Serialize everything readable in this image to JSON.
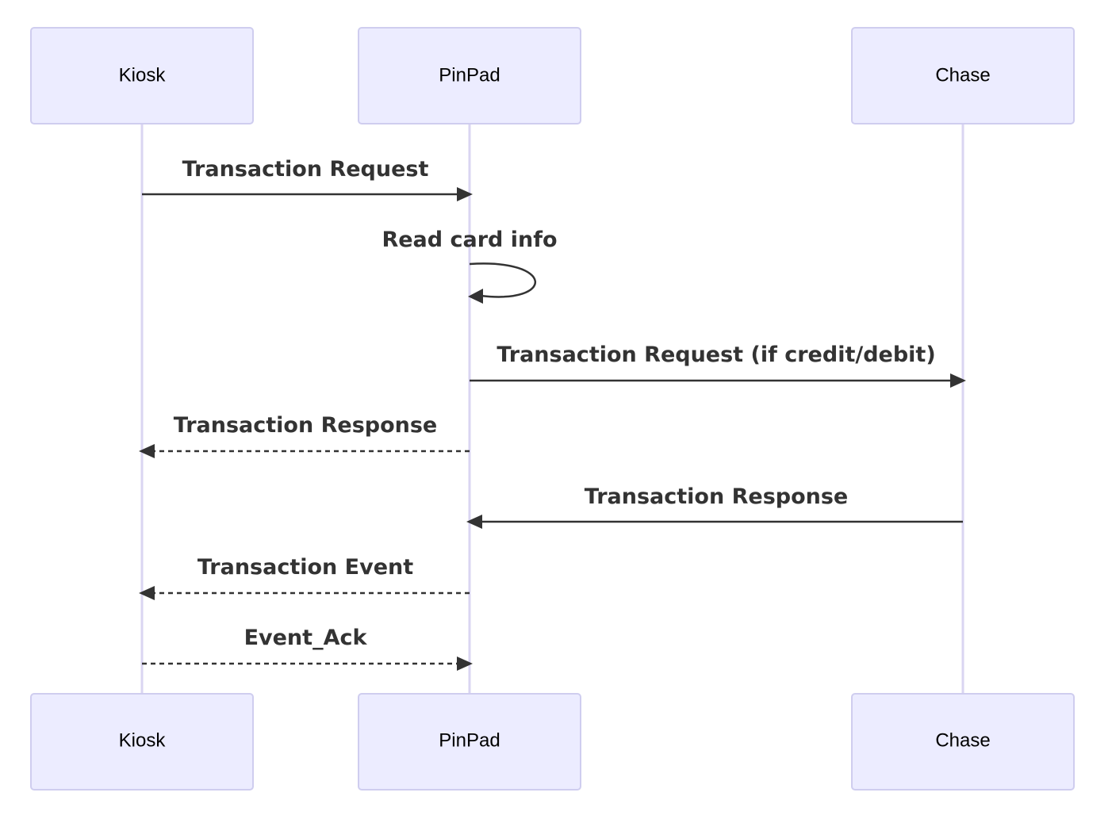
{
  "participants": [
    {
      "id": "kiosk",
      "label": "Kiosk"
    },
    {
      "id": "pinpad",
      "label": "PinPad"
    },
    {
      "id": "chase",
      "label": "Chase"
    }
  ],
  "messages": [
    {
      "from": "kiosk",
      "to": "pinpad",
      "label": "Transaction Request",
      "style": "solid"
    },
    {
      "from": "pinpad",
      "to": "pinpad",
      "label": "Read card info",
      "style": "solid"
    },
    {
      "from": "pinpad",
      "to": "chase",
      "label": "Transaction Request (if credit/debit)",
      "style": "solid"
    },
    {
      "from": "pinpad",
      "to": "kiosk",
      "label": "Transaction Response",
      "style": "dashed"
    },
    {
      "from": "chase",
      "to": "pinpad",
      "label": "Transaction Response",
      "style": "solid"
    },
    {
      "from": "pinpad",
      "to": "kiosk",
      "label": "Transaction Event",
      "style": "dashed"
    },
    {
      "from": "kiosk",
      "to": "pinpad",
      "label": "Event_Ack",
      "style": "dashed"
    }
  ],
  "colors": {
    "actor_fill": "#ECECFF",
    "actor_border": "#CFCDEF",
    "lifeline": "#DAD5F2",
    "message": "#333333"
  }
}
